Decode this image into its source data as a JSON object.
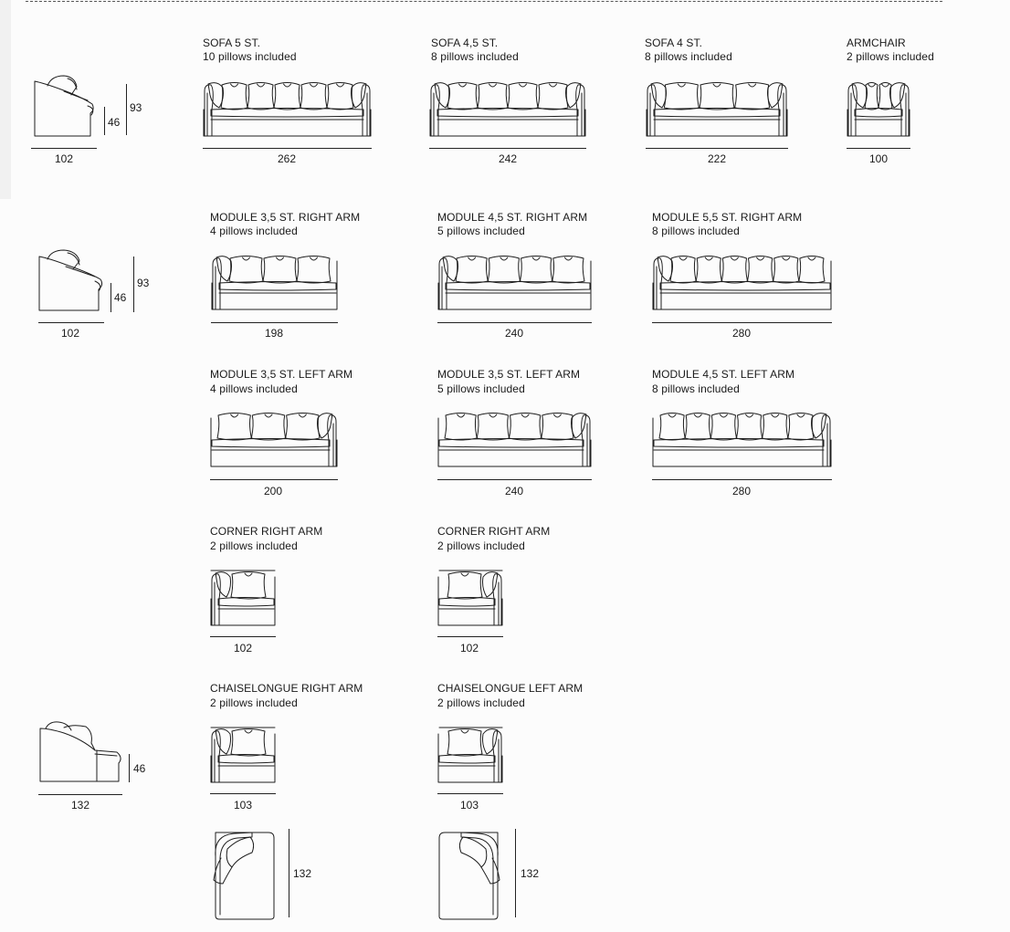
{
  "side_views": [
    {
      "depth": "102",
      "seat_height": "46",
      "height": "93"
    },
    {
      "depth": "102",
      "seat_height": "46",
      "height": "93"
    },
    {
      "depth": "132",
      "seat_height": "46"
    }
  ],
  "products": {
    "sofa_5": {
      "name": "SOFA 5 ST.",
      "pillows": "10 pillows included",
      "width": "262"
    },
    "sofa_45": {
      "name": "SOFA 4,5 ST.",
      "pillows": "8 pillows included",
      "width": "242"
    },
    "sofa_4": {
      "name": "SOFA 4 ST.",
      "pillows": "8 pillows included",
      "width": "222"
    },
    "armchair": {
      "name": "ARMCHAIR",
      "pillows": "2 pillows included",
      "width": "100"
    },
    "mod_35_r": {
      "name": "MODULE 3,5 ST. RIGHT ARM",
      "pillows": "4 pillows included",
      "width": "198"
    },
    "mod_45_r": {
      "name": "MODULE 4,5 ST. RIGHT ARM",
      "pillows": "5 pillows included",
      "width": "240"
    },
    "mod_55_r": {
      "name": "MODULE 5,5 ST. RIGHT ARM",
      "pillows": "8 pillows included",
      "width": "280"
    },
    "mod_35_l": {
      "name": "MODULE 3,5 ST. LEFT ARM",
      "pillows": "4 pillows included",
      "width": "200"
    },
    "mod_35_l_b": {
      "name": "MODULE 3,5 ST. LEFT ARM",
      "pillows": "5 pillows included",
      "width": "240"
    },
    "mod_45_l": {
      "name": "MODULE 4,5 ST. LEFT ARM",
      "pillows": "8 pillows included",
      "width": "280"
    },
    "corner_r_a": {
      "name": "CORNER RIGHT ARM",
      "pillows": "2 pillows included",
      "width": "102"
    },
    "corner_r_b": {
      "name": "CORNER RIGHT ARM",
      "pillows": "2 pillows included",
      "width": "102"
    },
    "chaise_r": {
      "name": "CHAISELONGUE RIGHT ARM",
      "pillows": "2 pillows included",
      "width": "103",
      "length": "132"
    },
    "chaise_l": {
      "name": "CHAISELONGUE LEFT ARM",
      "pillows": "2 pillows included",
      "width": "103",
      "length": "132"
    }
  }
}
